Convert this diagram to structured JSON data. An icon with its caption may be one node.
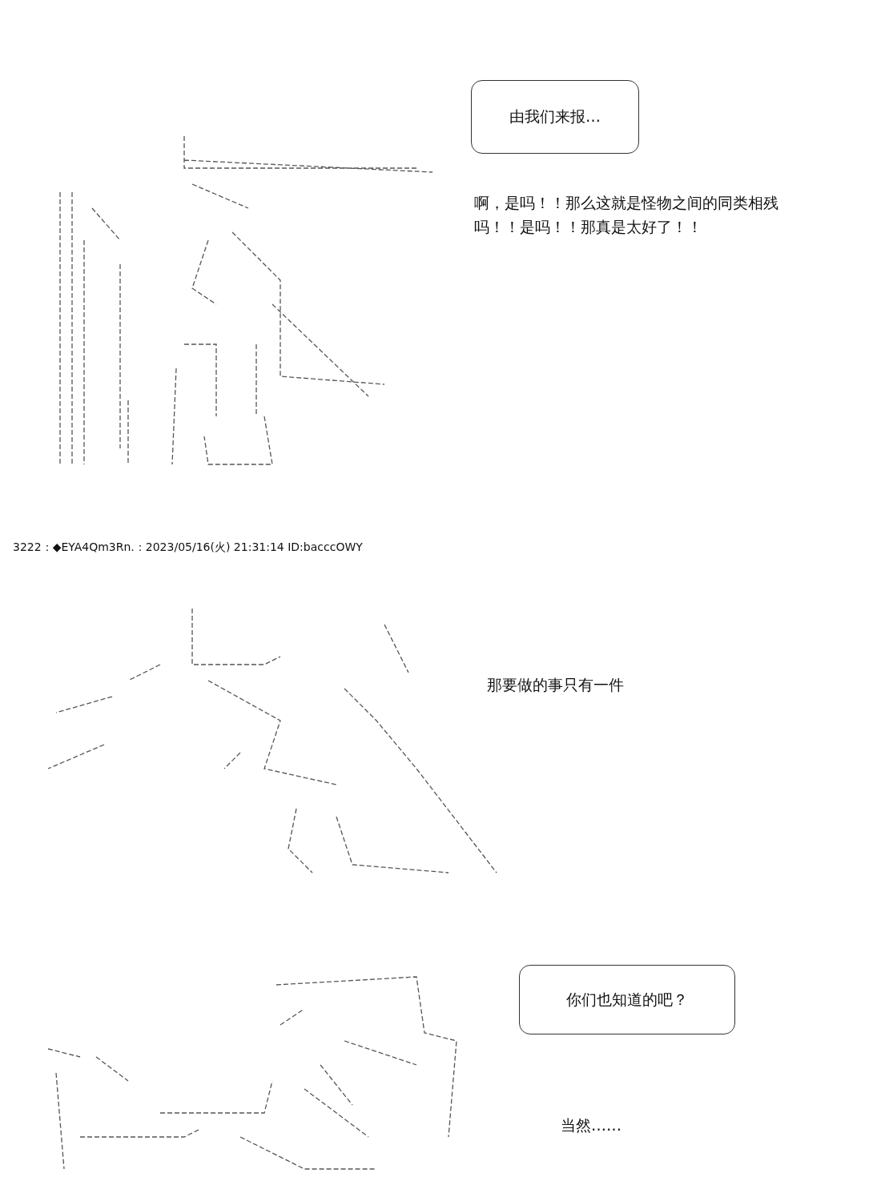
{
  "diagram": {
    "nodes": [
      {
        "text": [
          "由我们来报…"
        ]
      },
      {
        "text": [
          "你们也知道的吧？"
        ]
      }
    ],
    "labels": [
      "啊，是吗！！那么这就是怪物之间的同类相残吗！！是吗！！那真是太好了！！",
      "3222：◆EYA4Qm3Rn.：2023/05/16(火) 21:31:14 ID:bacccOWY",
      "那要做的事只有一件",
      "当然……"
    ]
  }
}
